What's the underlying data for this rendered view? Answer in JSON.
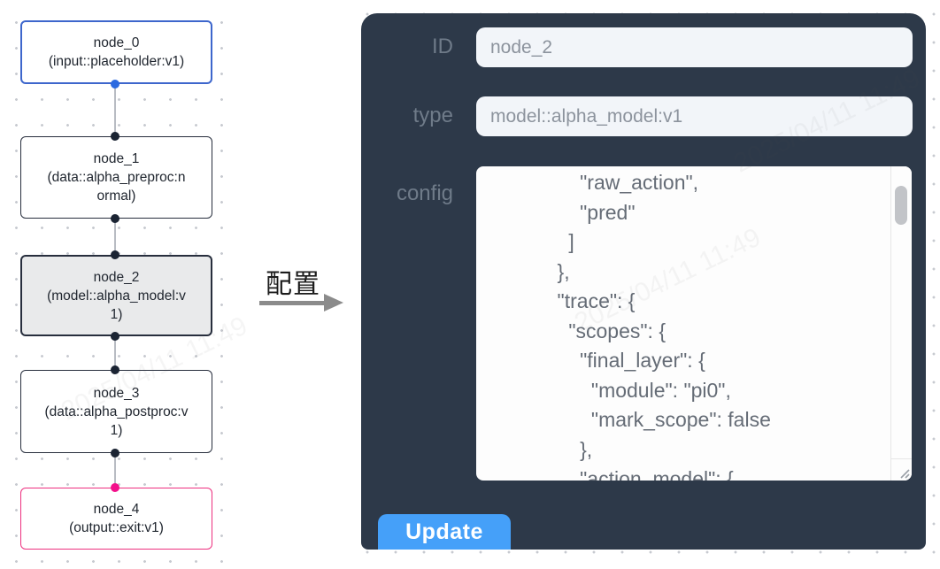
{
  "flow": {
    "nodes": [
      {
        "title": "node_0",
        "subtitle": "(input::placeholder:v1)",
        "variant": "input"
      },
      {
        "title": "node_1",
        "subtitle": "(data::alpha_preproc:normal)",
        "variant": "default"
      },
      {
        "title": "node_2",
        "subtitle": "(model::alpha_model:v1)",
        "variant": "selected"
      },
      {
        "title": "node_3",
        "subtitle": "(data::alpha_postproc:v1)",
        "variant": "default"
      },
      {
        "title": "node_4",
        "subtitle": "(output::exit:v1)",
        "variant": "output"
      }
    ]
  },
  "annotation": {
    "label": "配置"
  },
  "panel": {
    "id_label": "ID",
    "id_value": "node_2",
    "type_label": "type",
    "type_value": "model::alpha_model:v1",
    "config_label": "config",
    "config_value": "        \"raw_action\",\n        \"pred\"\n      ]\n    },\n    \"trace\": {\n      \"scopes\": {\n        \"final_layer\": {\n          \"module\": \"pi0\",\n          \"mark_scope\": false\n        },\n        \"action_model\": {",
    "update_label": "Update"
  },
  "watermark": {
    "text": "2025/04/11 11:49"
  },
  "colors": {
    "panel_bg": "#2d3949",
    "accent_blue": "#45a0f9",
    "node_default_border": "#272e3d",
    "node_input_border": "#3d66cc",
    "node_output_border": "#ed2f7f",
    "node_selected_bg": "#e9eaeb",
    "handle_dark": "#1b2433",
    "handle_blue": "#2b6ae0",
    "handle_pink": "#f3118b",
    "edge_gray": "#b8bcc3",
    "field_bg": "#f2f5f9",
    "label_gray": "#6f7b89",
    "code_text": "#656c76"
  }
}
